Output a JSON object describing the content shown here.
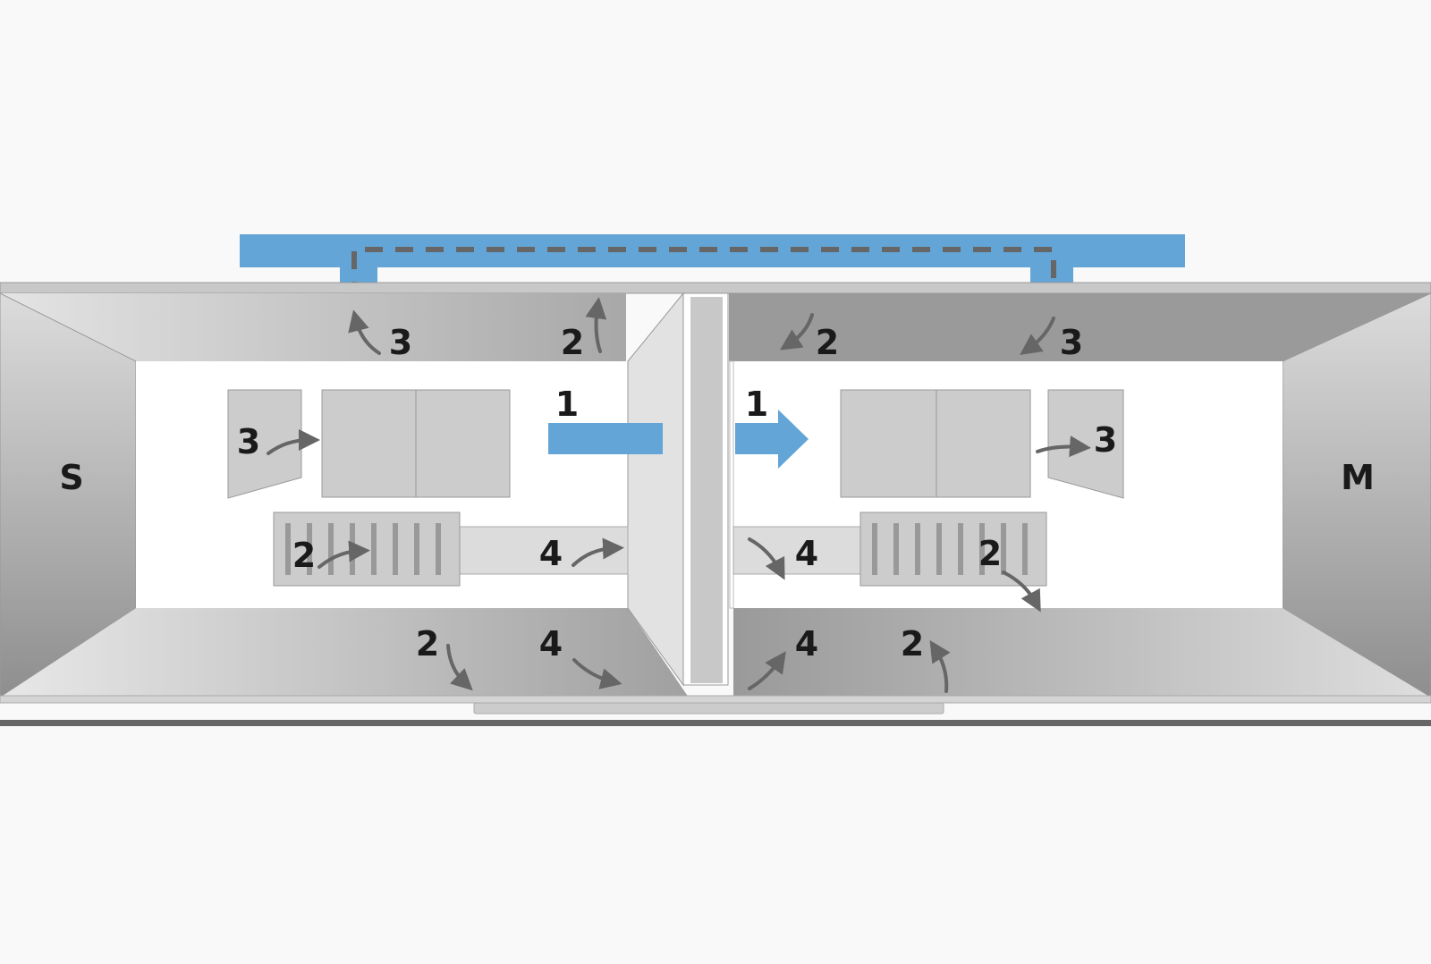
{
  "diagram": {
    "walls": {
      "left_label": "S",
      "right_label": "M"
    },
    "labels": {
      "ceiling_left_3": "3",
      "ceiling_left_2": "2",
      "ceiling_right_2": "2",
      "ceiling_right_3": "3",
      "main_arrow_left_1": "1",
      "main_arrow_right_1": "1",
      "left_unit_3": "3",
      "right_unit_3": "3",
      "left_heater_2": "2",
      "right_heater_2": "2",
      "left_duct_4": "4",
      "right_duct_4": "4",
      "floor_left_2": "2",
      "floor_left_4": "4",
      "floor_right_4": "4",
      "floor_right_2": "2"
    },
    "colors": {
      "duct_blue": "#62a5d6",
      "dashed_line": "#666666",
      "arrow_gray": "#666666",
      "background": "#f9f9f9",
      "inner_room": "#ffffff",
      "unit_gray": "#cccccc"
    }
  }
}
